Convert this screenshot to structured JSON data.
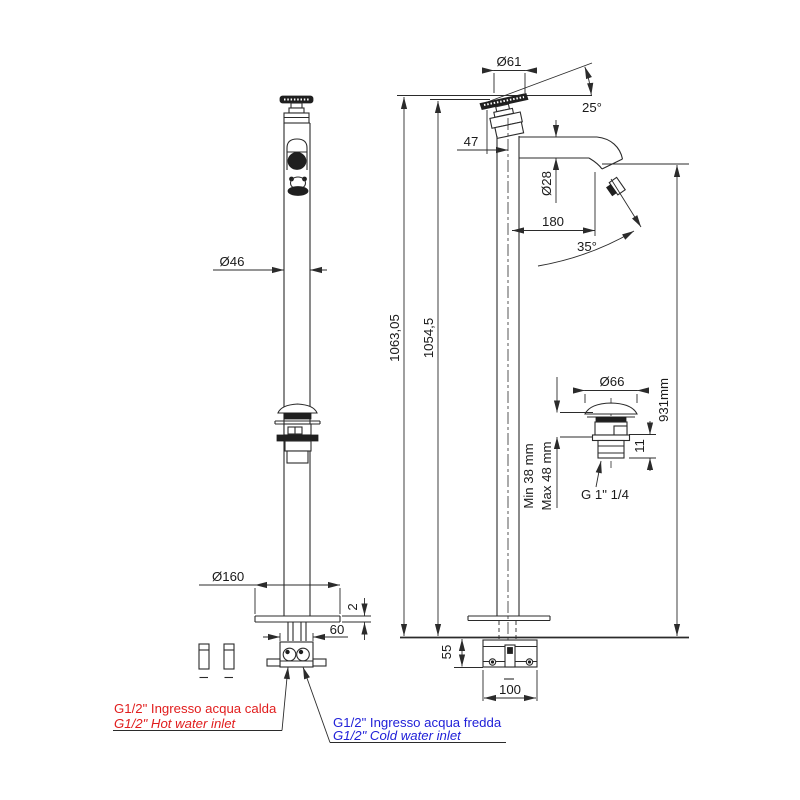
{
  "drawing": {
    "type": "technical-drawing",
    "subject": "freestanding-floor-column-basin-mixer",
    "colors": {
      "line": "#2b2b2b",
      "hot": "#e11d1d",
      "cold": "#2121d8",
      "background": "#ffffff"
    }
  },
  "dims": {
    "phi61": "Ø61",
    "angle_handle": "25°",
    "offset47": "47",
    "phi28": "Ø28",
    "reach180": "180",
    "angle_spout": "35°",
    "height_total": "1063,05",
    "height_body": "1054,5",
    "height_spout": "931mm",
    "phi46": "Ø46",
    "phi66": "Ø66",
    "thread_h11": "11",
    "waste_min": "Min 38 mm",
    "waste_max": "Max 48 mm",
    "waste_thread": "G 1\" 1/4",
    "phi160": "Ø160",
    "plate_t2": "2",
    "fix60": "60",
    "base55": "55",
    "base100": "100"
  },
  "labels": {
    "hot_it": "G1/2\" Ingresso acqua calda",
    "hot_en": "G1/2\" Hot water inlet",
    "cold_it": "G1/2\" Ingresso acqua fredda",
    "cold_en": "G1/2\" Cold water inlet"
  }
}
